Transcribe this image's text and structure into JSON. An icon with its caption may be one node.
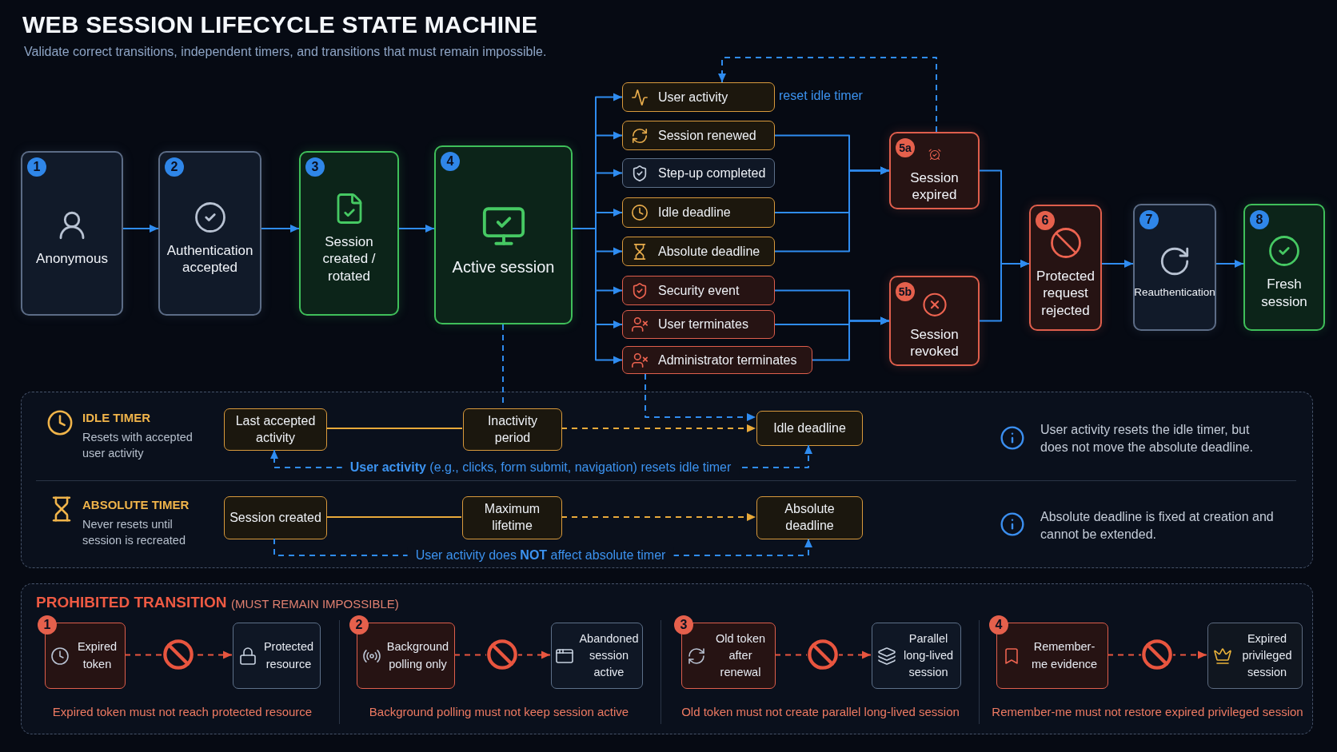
{
  "diagram": {
    "title": "WEB SESSION LIFECYCLE STATE MACHINE",
    "caption": "Validate correct transitions, independent timers, and transitions that must remain impossible.",
    "nodes": [
      {
        "text": [
          "1",
          "Anonymous"
        ]
      },
      {
        "text": [
          "2",
          "Authentication accepted"
        ]
      },
      {
        "text": [
          "3",
          "Session created / rotated"
        ]
      },
      {
        "text": [
          "4",
          "Active session"
        ]
      },
      {
        "text": [
          "User activity"
        ],
        "beside": [
          "reset idle timer"
        ]
      },
      {
        "text": [
          "Session renewed"
        ]
      },
      {
        "text": [
          "Step-up completed"
        ]
      },
      {
        "text": [
          "Idle deadline"
        ]
      },
      {
        "text": [
          "Absolute deadline"
        ]
      },
      {
        "text": [
          "Security event"
        ]
      },
      {
        "text": [
          "User terminates"
        ]
      },
      {
        "text": [
          "Administrator terminates"
        ]
      },
      {
        "text": [
          "5a",
          "Session expired"
        ]
      },
      {
        "text": [
          "5b",
          "Session revoked"
        ]
      },
      {
        "text": [
          "6",
          "Protected request rejected"
        ]
      },
      {
        "text": [
          "7",
          "Reauthentication"
        ]
      },
      {
        "text": [
          "8",
          "Fresh session"
        ]
      },
      {
        "text": [],
        "shape": "box"
      },
      {
        "text": [
          "Last accepted activity"
        ],
        "in": 17
      },
      {
        "text": [
          "Inactivity period"
        ],
        "in": 17
      },
      {
        "text": [
          "Idle deadline"
        ],
        "in": 17
      },
      {
        "text": [
          "Session created"
        ],
        "in": 17
      },
      {
        "text": [
          "Maximum lifetime"
        ],
        "in": 17
      },
      {
        "text": [
          "Absolute deadline"
        ],
        "in": 17
      },
      {
        "text": [
          "PROHIBITED TRANSITION",
          "(MUST REMAIN IMPOSSIBLE)"
        ]
      },
      {
        "text": [
          "1",
          "Expired token"
        ],
        "in": 24
      },
      {
        "text": [
          "Protected resource"
        ],
        "in": 24
      },
      {
        "text": [
          "2",
          "Background polling only"
        ],
        "in": 24
      },
      {
        "text": [
          "Abandoned session active"
        ],
        "in": 24
      },
      {
        "text": [
          "3",
          "Old token after renewal"
        ],
        "in": 24
      },
      {
        "text": [
          "Parallel long-lived session"
        ],
        "in": 24
      },
      {
        "text": [
          "4",
          "Remember-me evidence"
        ],
        "in": 24
      },
      {
        "text": [
          "Expired privileged session"
        ],
        "in": 24
      }
    ],
    "edges": [
      {
        "from": 0,
        "to": 1,
        "arrow": "to"
      },
      {
        "from": 1,
        "to": 2,
        "arrow": "to"
      },
      {
        "from": 2,
        "to": 3,
        "arrow": "to"
      },
      {
        "from": 3,
        "to": 4,
        "arrow": "to"
      },
      {
        "from": 3,
        "to": 5,
        "arrow": "to"
      },
      {
        "from": 3,
        "to": 6,
        "arrow": "to"
      },
      {
        "from": 3,
        "to": 7,
        "arrow": "to"
      },
      {
        "from": 3,
        "to": 8,
        "arrow": "to"
      },
      {
        "from": 3,
        "to": 9,
        "arrow": "to"
      },
      {
        "from": 3,
        "to": 10,
        "arrow": "to"
      },
      {
        "from": 3,
        "to": 11,
        "arrow": "to"
      },
      {
        "from": 5,
        "to": 12,
        "arrow": "to"
      },
      {
        "from": 7,
        "to": 12,
        "arrow": "to"
      },
      {
        "from": 8,
        "to": 12,
        "arrow": "to"
      },
      {
        "from": 9,
        "to": 13,
        "arrow": "to"
      },
      {
        "from": 10,
        "to": 13,
        "arrow": "to"
      },
      {
        "from": 11,
        "to": 13,
        "arrow": "to"
      },
      {
        "from": 12,
        "to": 14,
        "arrow": "to"
      },
      {
        "from": 13,
        "to": 14,
        "arrow": "to"
      },
      {
        "from": 14,
        "to": 15,
        "arrow": "to"
      },
      {
        "from": 15,
        "to": 16,
        "arrow": "to"
      },
      {
        "from": 12,
        "to": 4,
        "arrow": "to",
        "style": "dashed"
      },
      {
        "from": 3,
        "to": 19,
        "arrow": "none",
        "style": "dashed"
      },
      {
        "from": 11,
        "to": 20,
        "arrow": "to",
        "style": "dashed"
      },
      {
        "from": 18,
        "to": 19,
        "arrow": "none",
        "color": "#e8a93a"
      },
      {
        "from": 19,
        "to": 20,
        "arrow": "to",
        "style": "dashed",
        "color": "#e8a93a"
      },
      {
        "from": 20,
        "to": 18,
        "arrow": "both",
        "style": "dashed",
        "label": "**User activity** (e.g., clicks, form submit, navigation) resets idle timer"
      },
      {
        "from": 21,
        "to": 22,
        "arrow": "none",
        "color": "#e8a93a"
      },
      {
        "from": 22,
        "to": 23,
        "arrow": "to",
        "style": "dashed",
        "color": "#e8a93a"
      },
      {
        "from": 21,
        "to": 23,
        "arrow": "to",
        "style": "dashed",
        "label": "User activity does **NOT** affect absolute timer"
      },
      {
        "from": 25,
        "to": 26,
        "arrow": "to",
        "style": "dashed",
        "color": "#e8553f"
      },
      {
        "from": 27,
        "to": 28,
        "arrow": "to",
        "style": "dashed",
        "color": "#e8553f"
      },
      {
        "from": 29,
        "to": 30,
        "arrow": "to",
        "style": "dashed",
        "color": "#e8553f"
      },
      {
        "from": 31,
        "to": 32,
        "arrow": "to",
        "style": "dashed",
        "color": "#e8553f"
      }
    ],
    "labels": [
      "IDLE TIMER",
      "Resets with accepted user activity",
      "User activity resets the idle timer, but does not move the absolute deadline.",
      "ABSOLUTE TIMER",
      "Never resets until session is recreated",
      "Absolute deadline is fixed at creation and cannot be extended.",
      "Expired token must not reach protected resource",
      "Background polling must not keep session active",
      "Old token must not create parallel long-lived session",
      "Remember-me must not restore expired privileged session"
    ]
  }
}
